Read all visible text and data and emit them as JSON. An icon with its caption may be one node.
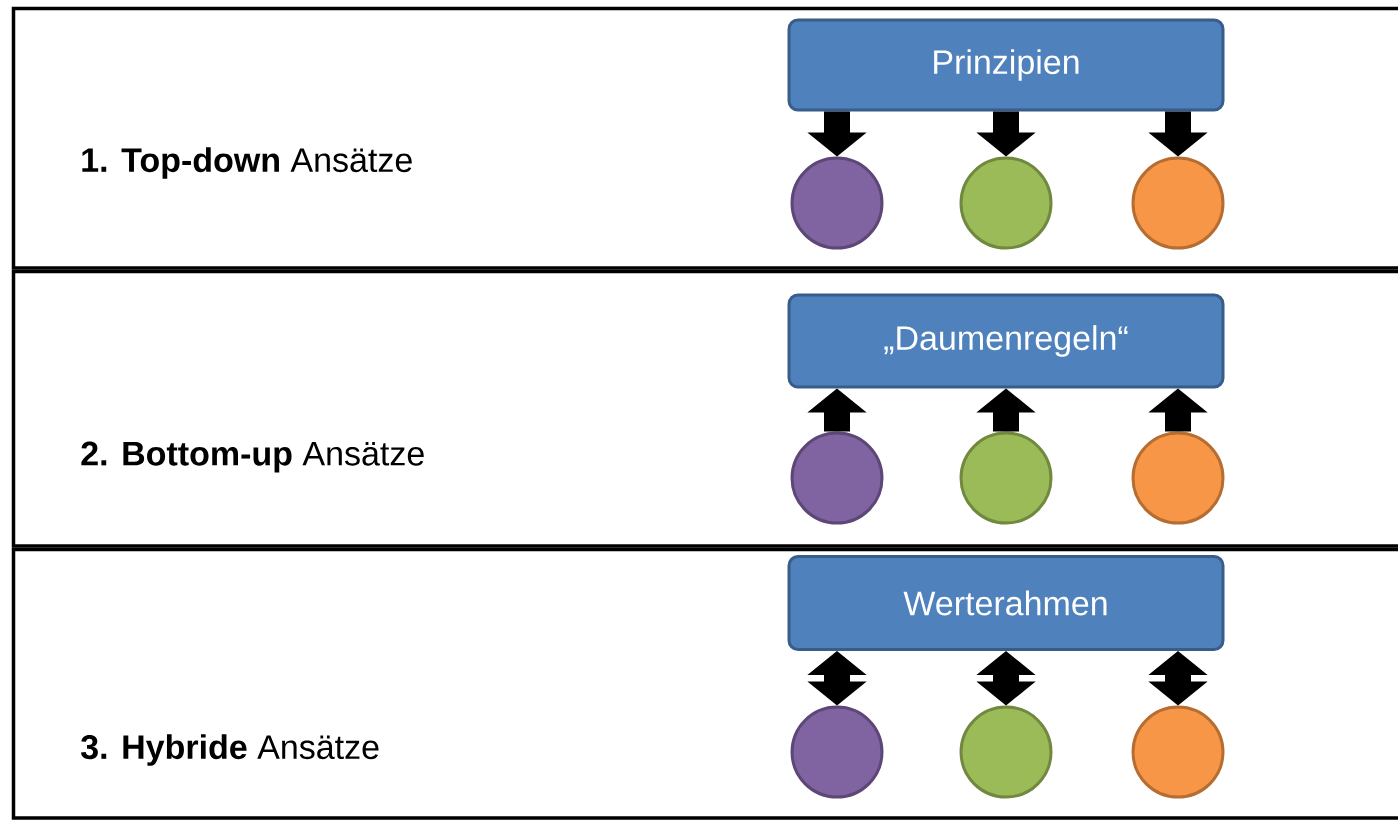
{
  "diagram": {
    "nodes": [
      {
        "text": [
          "**1. Top-down** Ansätze"
        ]
      },
      {
        "text": [
          "Prinzipien"
        ],
        "in": 0
      },
      {
        "text": [],
        "shape": "circle",
        "in": 0
      },
      {
        "text": [],
        "shape": "circle",
        "in": 0
      },
      {
        "text": [],
        "shape": "circle",
        "in": 0
      },
      {
        "text": [
          "**2. Bottom-up** Ansätze"
        ]
      },
      {
        "text": [
          "„Daumenregeln“"
        ],
        "in": 5
      },
      {
        "text": [],
        "shape": "circle",
        "in": 5
      },
      {
        "text": [],
        "shape": "circle",
        "in": 5
      },
      {
        "text": [],
        "shape": "circle",
        "in": 5
      },
      {
        "text": [
          "**3. Hybride** Ansätze"
        ]
      },
      {
        "text": [
          "Werterahmen"
        ],
        "in": 10
      },
      {
        "text": [],
        "shape": "circle",
        "in": 10
      },
      {
        "text": [],
        "shape": "circle",
        "in": 10
      },
      {
        "text": [],
        "shape": "circle",
        "in": 10
      }
    ],
    "edges": [
      {
        "from": 1,
        "to": 2,
        "arrow": "to"
      },
      {
        "from": 1,
        "to": 3,
        "arrow": "to"
      },
      {
        "from": 1,
        "to": 4,
        "arrow": "to"
      },
      {
        "from": 7,
        "to": 6,
        "arrow": "to"
      },
      {
        "from": 8,
        "to": 6,
        "arrow": "to"
      },
      {
        "from": 9,
        "to": 6,
        "arrow": "to"
      },
      {
        "from": 11,
        "to": 12,
        "arrow": "both"
      },
      {
        "from": 11,
        "to": 13,
        "arrow": "both"
      },
      {
        "from": 11,
        "to": 14,
        "arrow": "both"
      }
    ]
  }
}
